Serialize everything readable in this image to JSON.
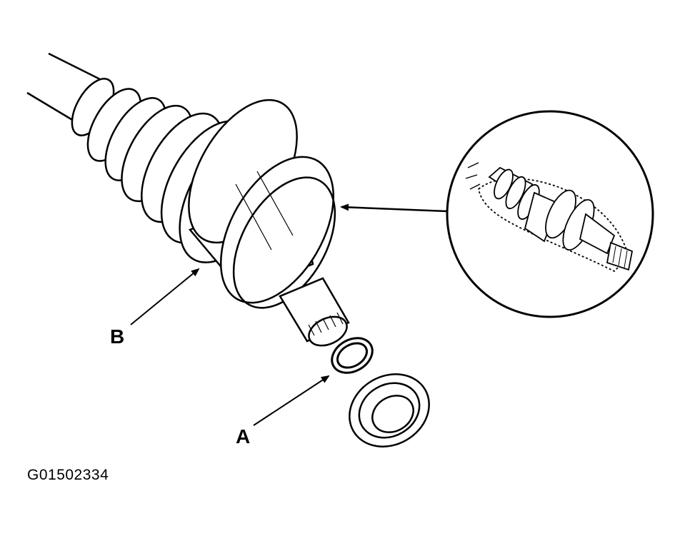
{
  "labels": {
    "a": "A",
    "b": "B"
  },
  "figure_code": "G01502334",
  "colors": {
    "line": "#000000",
    "background": "#ffffff"
  }
}
